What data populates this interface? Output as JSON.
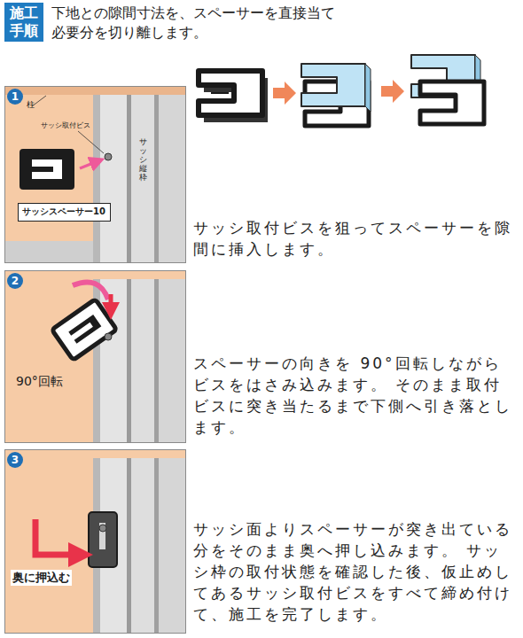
{
  "diagram": {
    "nodes": [
      {
        "text": [
          "施工 手順"
        ]
      },
      {
        "text": [
          "1",
          "柱",
          "サッシ取付ビス",
          "サッシ縦枠"
        ]
      },
      {
        "text": [
          "サッシスペーサー10"
        ],
        "in": 1
      },
      {
        "text": [
          "2",
          "90°回転"
        ]
      },
      {
        "text": [
          "3",
          "奥に押込む"
        ]
      }
    ],
    "labels": [
      "下地との隙間寸法を、スペーサーを直接当て 必要分を切り離します。",
      "サッシ取付ビスを狙ってスペーサーを隙間に挿入します。",
      "スペーサーの向きを 90°回転しながらビスをはさみ込みます。 そのまま取付ビスに突き当たるまで下側へ引き落とします。",
      "サッシ面よりスペーサーが突き出ている分をそのまま奥へ押し込みます。 サッシ枠の取付状態を確認した後、仮止めしてあるサッシ取付ビスをすべて締め付けて、施工を完了します。"
    ]
  }
}
